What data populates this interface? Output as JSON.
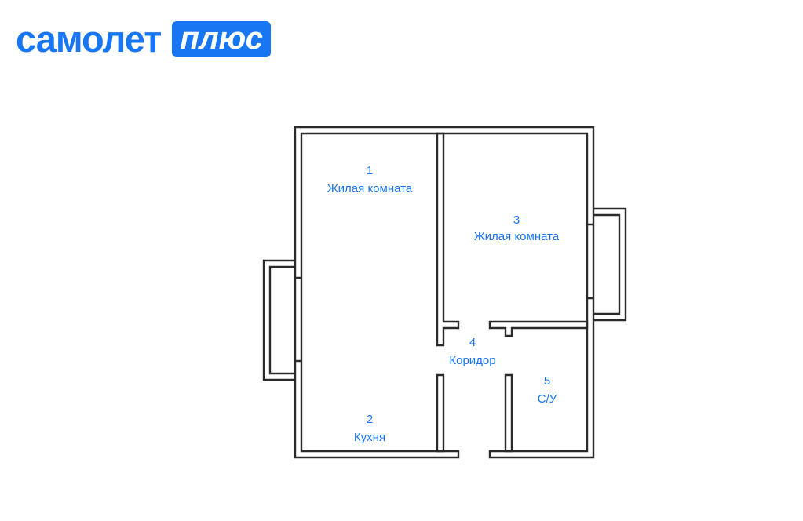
{
  "brand": {
    "word": "самолет",
    "badge": "плюс",
    "color": "#1976f2"
  },
  "plan": {
    "wall_color": "#2b2b2b",
    "label_color": "#1976f2",
    "rooms": [
      {
        "number": "1",
        "name": "Жилая комната"
      },
      {
        "number": "2",
        "name": "Кухня"
      },
      {
        "number": "3",
        "name": "Жилая комната"
      },
      {
        "number": "4",
        "name": "Коридор"
      },
      {
        "number": "5",
        "name": "С/У"
      }
    ]
  }
}
